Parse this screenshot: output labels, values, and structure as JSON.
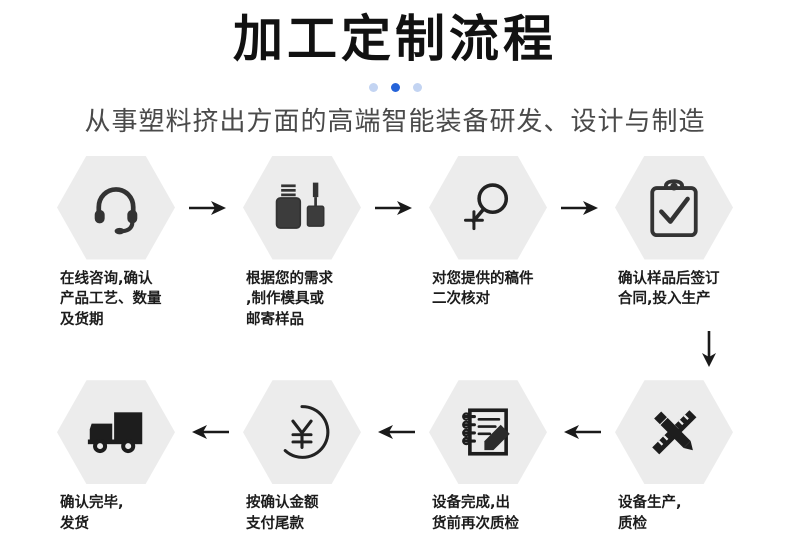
{
  "header": {
    "title": "加工定制流程",
    "subtitle": "从事塑料挤出方面的高端智能装备研发、设计与制造",
    "dots": [
      "inactive",
      "active",
      "inactive"
    ],
    "accent_color": "#2563d9",
    "dot_inactive_color": "#c3d4f2"
  },
  "theme": {
    "background": "#ffffff",
    "hexagon_fill": "#ececec",
    "icon_color": "#333333",
    "title_color": "#111111",
    "subtitle_color": "#4a4a4a",
    "caption_color": "#1c1c1c"
  },
  "flow": {
    "row1": [
      {
        "icon": "headset-icon",
        "caption": "在线咨询,确认\n产品工艺、数量\n及货期",
        "caption_lines": [
          "在线咨询,确认",
          "产品工艺、数量",
          "及货期"
        ]
      },
      {
        "icon": "nail-polish-bottle-icon",
        "caption": "根据您的需求\n,制作模具或\n邮寄样品",
        "caption_lines": [
          "根据您的需求",
          ",制作模具或",
          "邮寄样品"
        ]
      },
      {
        "icon": "magnifier-plus-icon",
        "caption": "对您提供的稿件\n二次核对",
        "caption_lines": [
          "对您提供的稿件",
          "二次核对"
        ]
      },
      {
        "icon": "clipboard-check-icon",
        "caption": "确认样品后签订\n合同,投入生产",
        "caption_lines": [
          "确认样品后签订",
          "合同,投入生产"
        ]
      }
    ],
    "row2": [
      {
        "icon": "delivery-truck-icon",
        "caption": "确认完毕,\n发货",
        "caption_lines": [
          "确认完毕,",
          "发货"
        ]
      },
      {
        "icon": "yen-circle-icon",
        "caption": "按确认金额\n支付尾款",
        "caption_lines": [
          "按确认金额",
          "支付尾款"
        ]
      },
      {
        "icon": "notepad-pen-icon",
        "caption": "设备完成,出\n货前再次质检",
        "caption_lines": [
          "设备完成,出",
          "货前再次质检"
        ]
      },
      {
        "icon": "ruler-pencil-icon",
        "caption": "设备生产,\n质检",
        "caption_lines": [
          "设备生产,",
          "质检"
        ]
      }
    ],
    "arrows": {
      "row1": [
        "arrow-right-icon",
        "arrow-right-icon",
        "arrow-right-icon"
      ],
      "row2": [
        "arrow-left-icon",
        "arrow-left-icon",
        "arrow-left-icon"
      ],
      "between_rows": "arrow-down-icon"
    }
  }
}
